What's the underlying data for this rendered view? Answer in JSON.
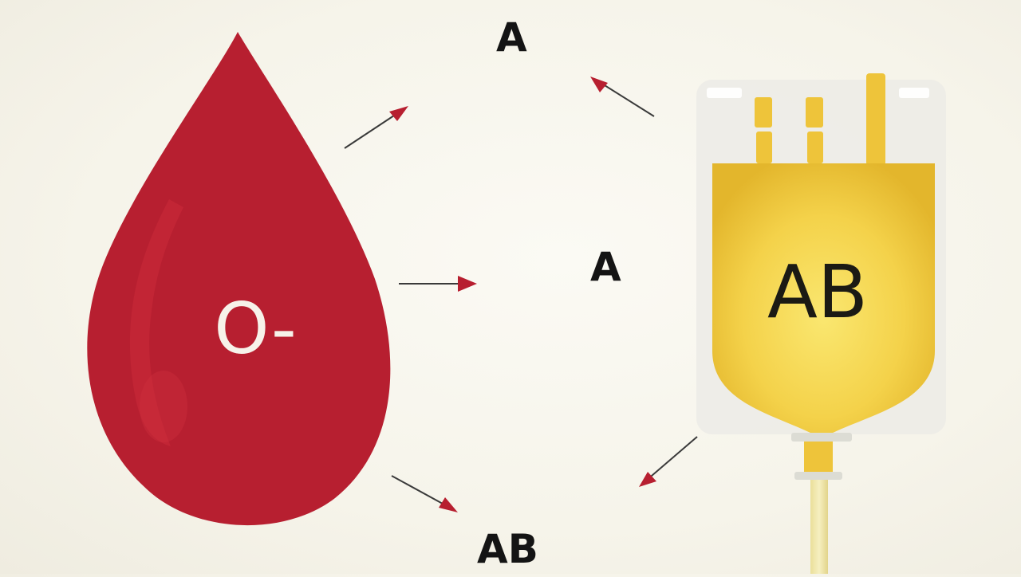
{
  "donor": {
    "label": "O-",
    "color": "#b71f30"
  },
  "recipient_bag": {
    "label": "AB",
    "color": "#f2cd42"
  },
  "targets": {
    "top": "A",
    "middle": "A",
    "bottom": "AB"
  },
  "colors": {
    "arrow_line": "#3a3a3a",
    "arrow_head": "#b71f30"
  }
}
